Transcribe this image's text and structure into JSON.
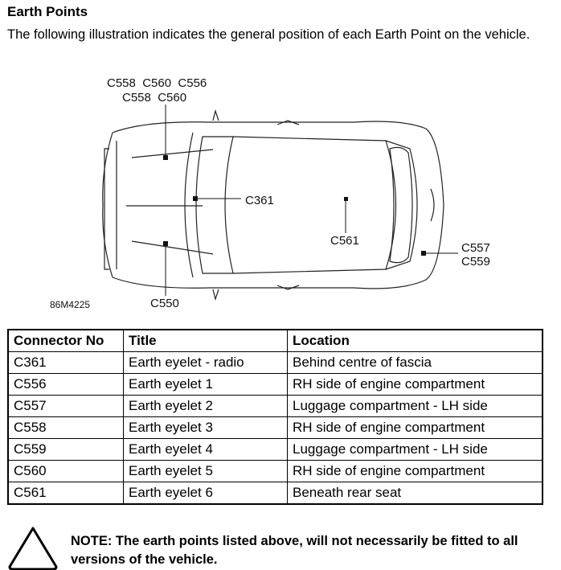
{
  "heading": "Earth Points",
  "intro": "The following illustration indicates the general position of each Earth Point on the vehicle.",
  "diagram": {
    "figure_id": "86M4225",
    "labels": {
      "top_row1": "C558  C560  C556",
      "top_row2": "C558  C560",
      "c361": "C361",
      "c561": "C561",
      "c550": "C550",
      "c557": "C557",
      "c559": "C559"
    }
  },
  "table": {
    "headers": [
      "Connector No",
      "Title",
      "Location"
    ],
    "rows": [
      [
        "C361",
        "Earth eyelet - radio",
        "Behind centre of fascia"
      ],
      [
        "C556",
        "Earth eyelet 1",
        "RH side of engine compartment"
      ],
      [
        "C557",
        "Earth eyelet 2",
        "Luggage compartment - LH side"
      ],
      [
        "C558",
        "Earth eyelet 3",
        "RH side of engine compartment"
      ],
      [
        "C559",
        "Earth eyelet 4",
        "Luggage compartment - LH side"
      ],
      [
        "C560",
        "Earth eyelet 5",
        "RH side of engine compartment"
      ],
      [
        "C561",
        "Earth eyelet 6",
        "Beneath rear seat"
      ]
    ]
  },
  "note": "NOTE: The earth points listed above, will not necessarily be fitted to all versions of the vehicle."
}
